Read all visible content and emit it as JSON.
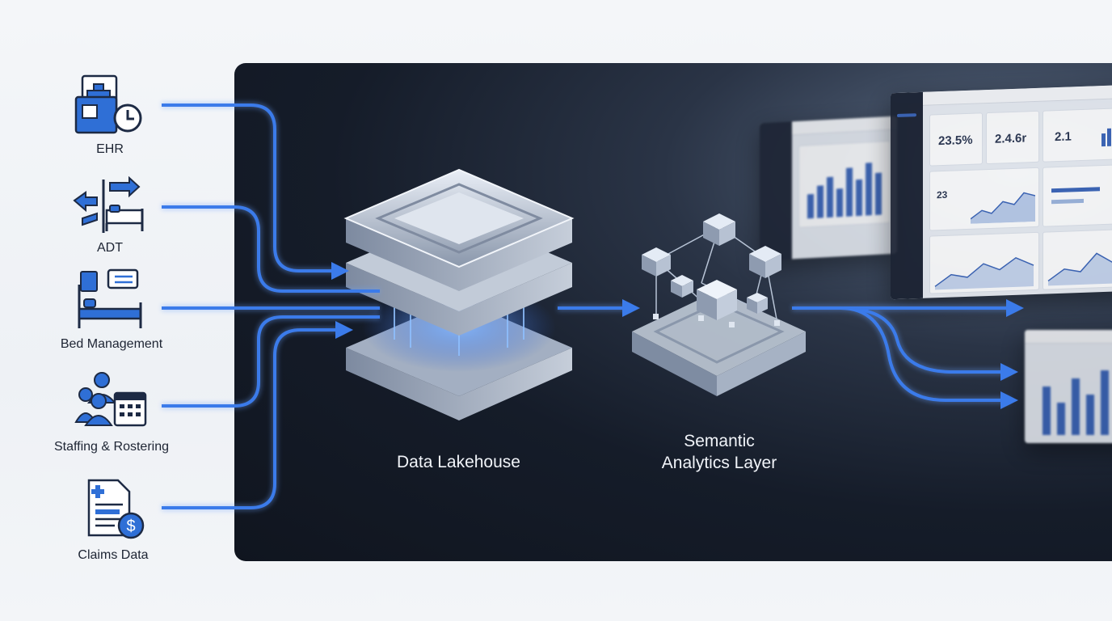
{
  "sources": [
    {
      "id": "ehr",
      "label": "EHR",
      "icon": "ehr-clipboard-clock-icon"
    },
    {
      "id": "adt",
      "label": "ADT",
      "icon": "adt-arrows-bed-icon"
    },
    {
      "id": "bed",
      "label": "Bed Management",
      "icon": "bed-management-icon"
    },
    {
      "id": "staff",
      "label": "Staffing & Rostering",
      "icon": "staff-calendar-icon"
    },
    {
      "id": "claims",
      "label": "Claims Data",
      "icon": "claims-document-dollar-icon"
    }
  ],
  "stages": {
    "lakehouse": {
      "label": "Data Lakehouse",
      "icon": "stacked-layers-icon"
    },
    "semantic": {
      "label_line1": "Semantic",
      "label_line2": "Analytics Layer",
      "icon": "cube-network-icon"
    }
  },
  "dashboard": {
    "kpis": [
      "23.5%",
      "2.4.6r",
      "2.1"
    ],
    "small_value": "23"
  },
  "colors": {
    "flow": "#3b7bea",
    "flow_glow": "#6aa2ff",
    "icon_blue": "#2f6fd6",
    "panel_dark": "#151c29"
  }
}
